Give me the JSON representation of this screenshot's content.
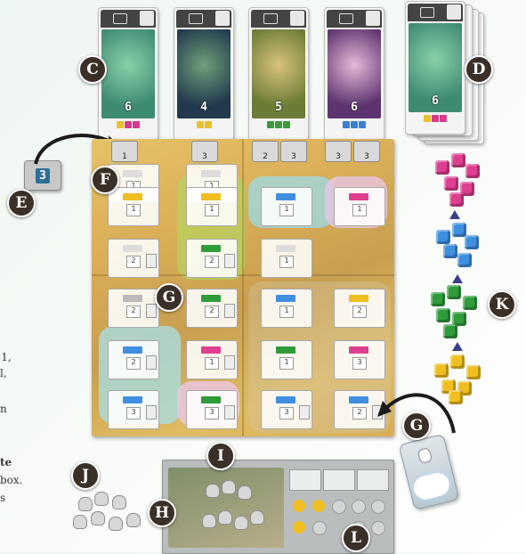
{
  "cards": [
    {
      "number": "6",
      "art_color": "#3e8b73",
      "pips": [
        "#e8c12d",
        "#d43b8c",
        "#d43b8c"
      ]
    },
    {
      "number": "4",
      "art_color": "#2b4c5e",
      "pips": [
        "#e8c12d",
        "#e8c12d"
      ]
    },
    {
      "number": "5",
      "art_color": "#7a8a3a",
      "pips": [
        "#3b9a3b",
        "#3b9a3b",
        "#3b9a3b"
      ]
    },
    {
      "number": "6",
      "art_color": "#6e3e78",
      "pips": [
        "#3b7fd0",
        "#3b7fd0",
        "#3b7fd0"
      ]
    },
    {
      "number": "6",
      "art_color": "#3e8b73",
      "pips": [
        "#e8c12d",
        "#d43b8c",
        "#d43b8c"
      ]
    }
  ],
  "labels": {
    "c": "C",
    "d": "D",
    "e": "E",
    "f": "F",
    "g1": "G",
    "g2": "G",
    "h": "H",
    "i": "I",
    "j": "J",
    "k": "K",
    "l": "L"
  },
  "e_tile_value": "3",
  "board": {
    "badges": [
      "1",
      "3",
      "2",
      "3",
      "3",
      "3"
    ],
    "slot_counts": [
      "1",
      "1",
      "1",
      "1",
      "1",
      "1",
      "1",
      "2",
      "2",
      "2",
      "2",
      "1",
      "2",
      "1",
      "1",
      "2",
      "3",
      "3",
      "3",
      "2"
    ]
  },
  "side_text": [
    " 1,",
    "l,",
    "n",
    "te",
    "box.",
    "s"
  ],
  "colors": {
    "pink": "#de3f8f",
    "blue": "#3f8fe0",
    "green": "#2f9c3a",
    "yellow": "#f0be1e",
    "label_bg": "#3b3028",
    "triangle": "#3c3f86"
  },
  "icons": [
    "arrow-icon",
    "meeple-icon",
    "cloud-icon",
    "cube-icon"
  ]
}
